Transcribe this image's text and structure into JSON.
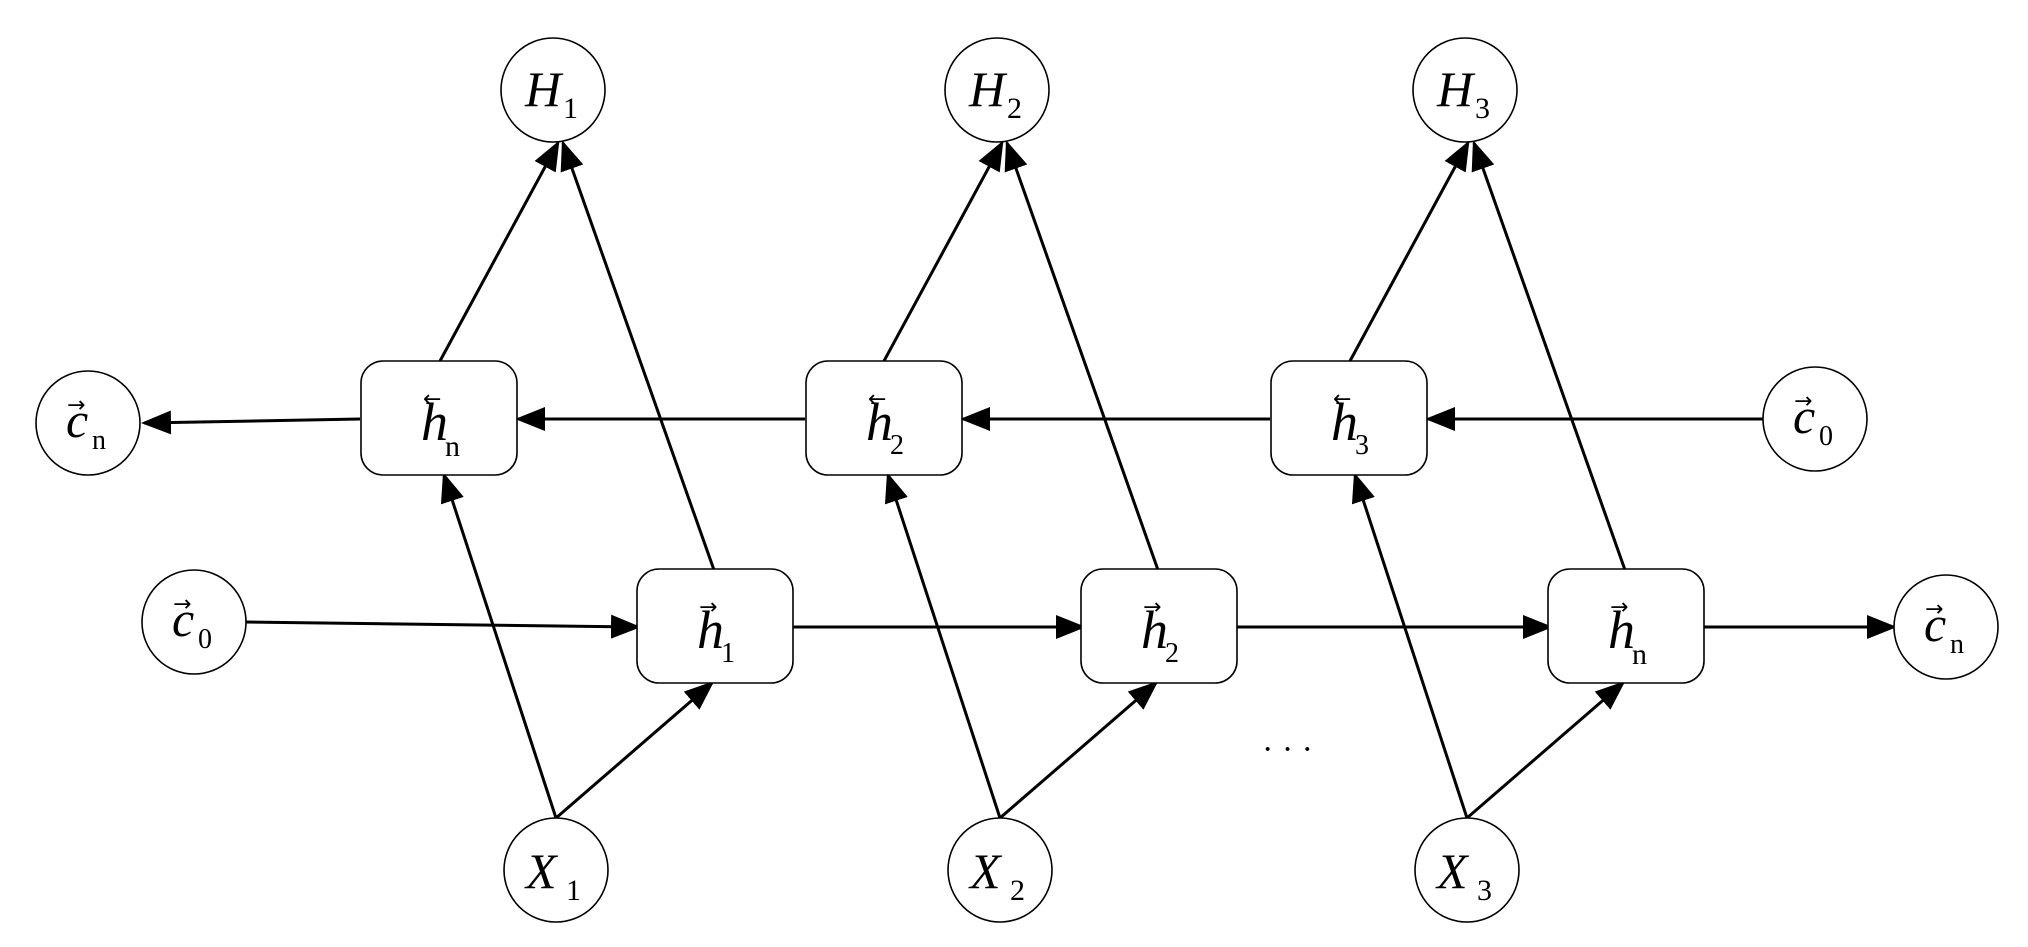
{
  "nodes": {
    "H1": {
      "main": "H",
      "sub": "1",
      "arrow": ""
    },
    "H2": {
      "main": "H",
      "sub": "2",
      "arrow": ""
    },
    "H3": {
      "main": "H",
      "sub": "3",
      "arrow": ""
    },
    "X1": {
      "main": "X",
      "sub": "1",
      "arrow": ""
    },
    "X2": {
      "main": "X",
      "sub": "2",
      "arrow": ""
    },
    "X3": {
      "main": "X",
      "sub": "3",
      "arrow": ""
    },
    "c_left_out": {
      "main": "c",
      "sub": "n",
      "arrow": "→"
    },
    "c_right_in": {
      "main": "c",
      "sub": "0",
      "arrow": "→"
    },
    "c_left_in": {
      "main": "c",
      "sub": "0",
      "arrow": "→"
    },
    "c_right_out": {
      "main": "c",
      "sub": "n",
      "arrow": "→"
    },
    "bw1": {
      "main": "h",
      "sub": "n",
      "arrow": "←"
    },
    "bw2": {
      "main": "h",
      "sub": "2",
      "arrow": "←"
    },
    "bw3": {
      "main": "h",
      "sub": "3",
      "arrow": "←"
    },
    "fw1": {
      "main": "h",
      "sub": "1",
      "arrow": "→"
    },
    "fw2": {
      "main": "h",
      "sub": "2",
      "arrow": "→"
    },
    "fw3": {
      "main": "h",
      "sub": "n",
      "arrow": "→"
    }
  },
  "ellipsis": "· · ·"
}
